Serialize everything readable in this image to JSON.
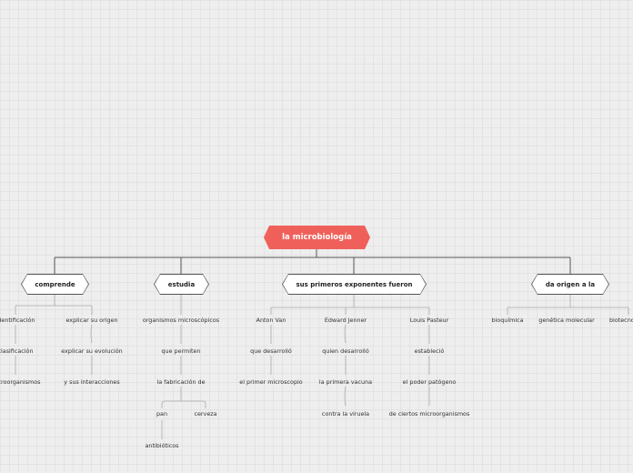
{
  "root": {
    "label": "la microbiología"
  },
  "branches": {
    "comprende": "comprende",
    "estudia": "estudia",
    "exponentes": "sus primeros exponentes fueron",
    "origen": "da origen a la"
  },
  "comprende": {
    "identificacion": "identificación",
    "clasificacion": "clasificación",
    "microorganismos": "microorganismos",
    "explicar_origen": "explicar su origen",
    "explicar_evolucion": "explicar su evolución",
    "interacciones": "y sus interacciones"
  },
  "estudia": {
    "organismos": "organismos microscópicos",
    "permiten": "que permiten",
    "fabricacion": "la fabricación de",
    "pan": "pan",
    "cerveza": "cerveza",
    "antibioticos": "antibióticos"
  },
  "exponentes": {
    "anton": "Anton Van",
    "desarrollo": "que desarrolló",
    "microscopio": "el primer microscopio",
    "jenner": "Edward Jenner",
    "quien_desarrollo": "quien desarrolló",
    "vacuna": "la primera vacuna",
    "viruela": "contra la viruela",
    "pasteur": "Louis Pasteur",
    "establecio": "estableció",
    "poder": "el poder patógeno",
    "ciertos": "de ciertos microorganismos"
  },
  "origen": {
    "bioquimica": "bioquímica",
    "genetica": "genética molecular",
    "biotecno": "biotecno"
  },
  "colors": {
    "root_fill": "#f0605a",
    "main_line": "#555555",
    "sub_line": "#999999",
    "background": "#eeeeee"
  }
}
